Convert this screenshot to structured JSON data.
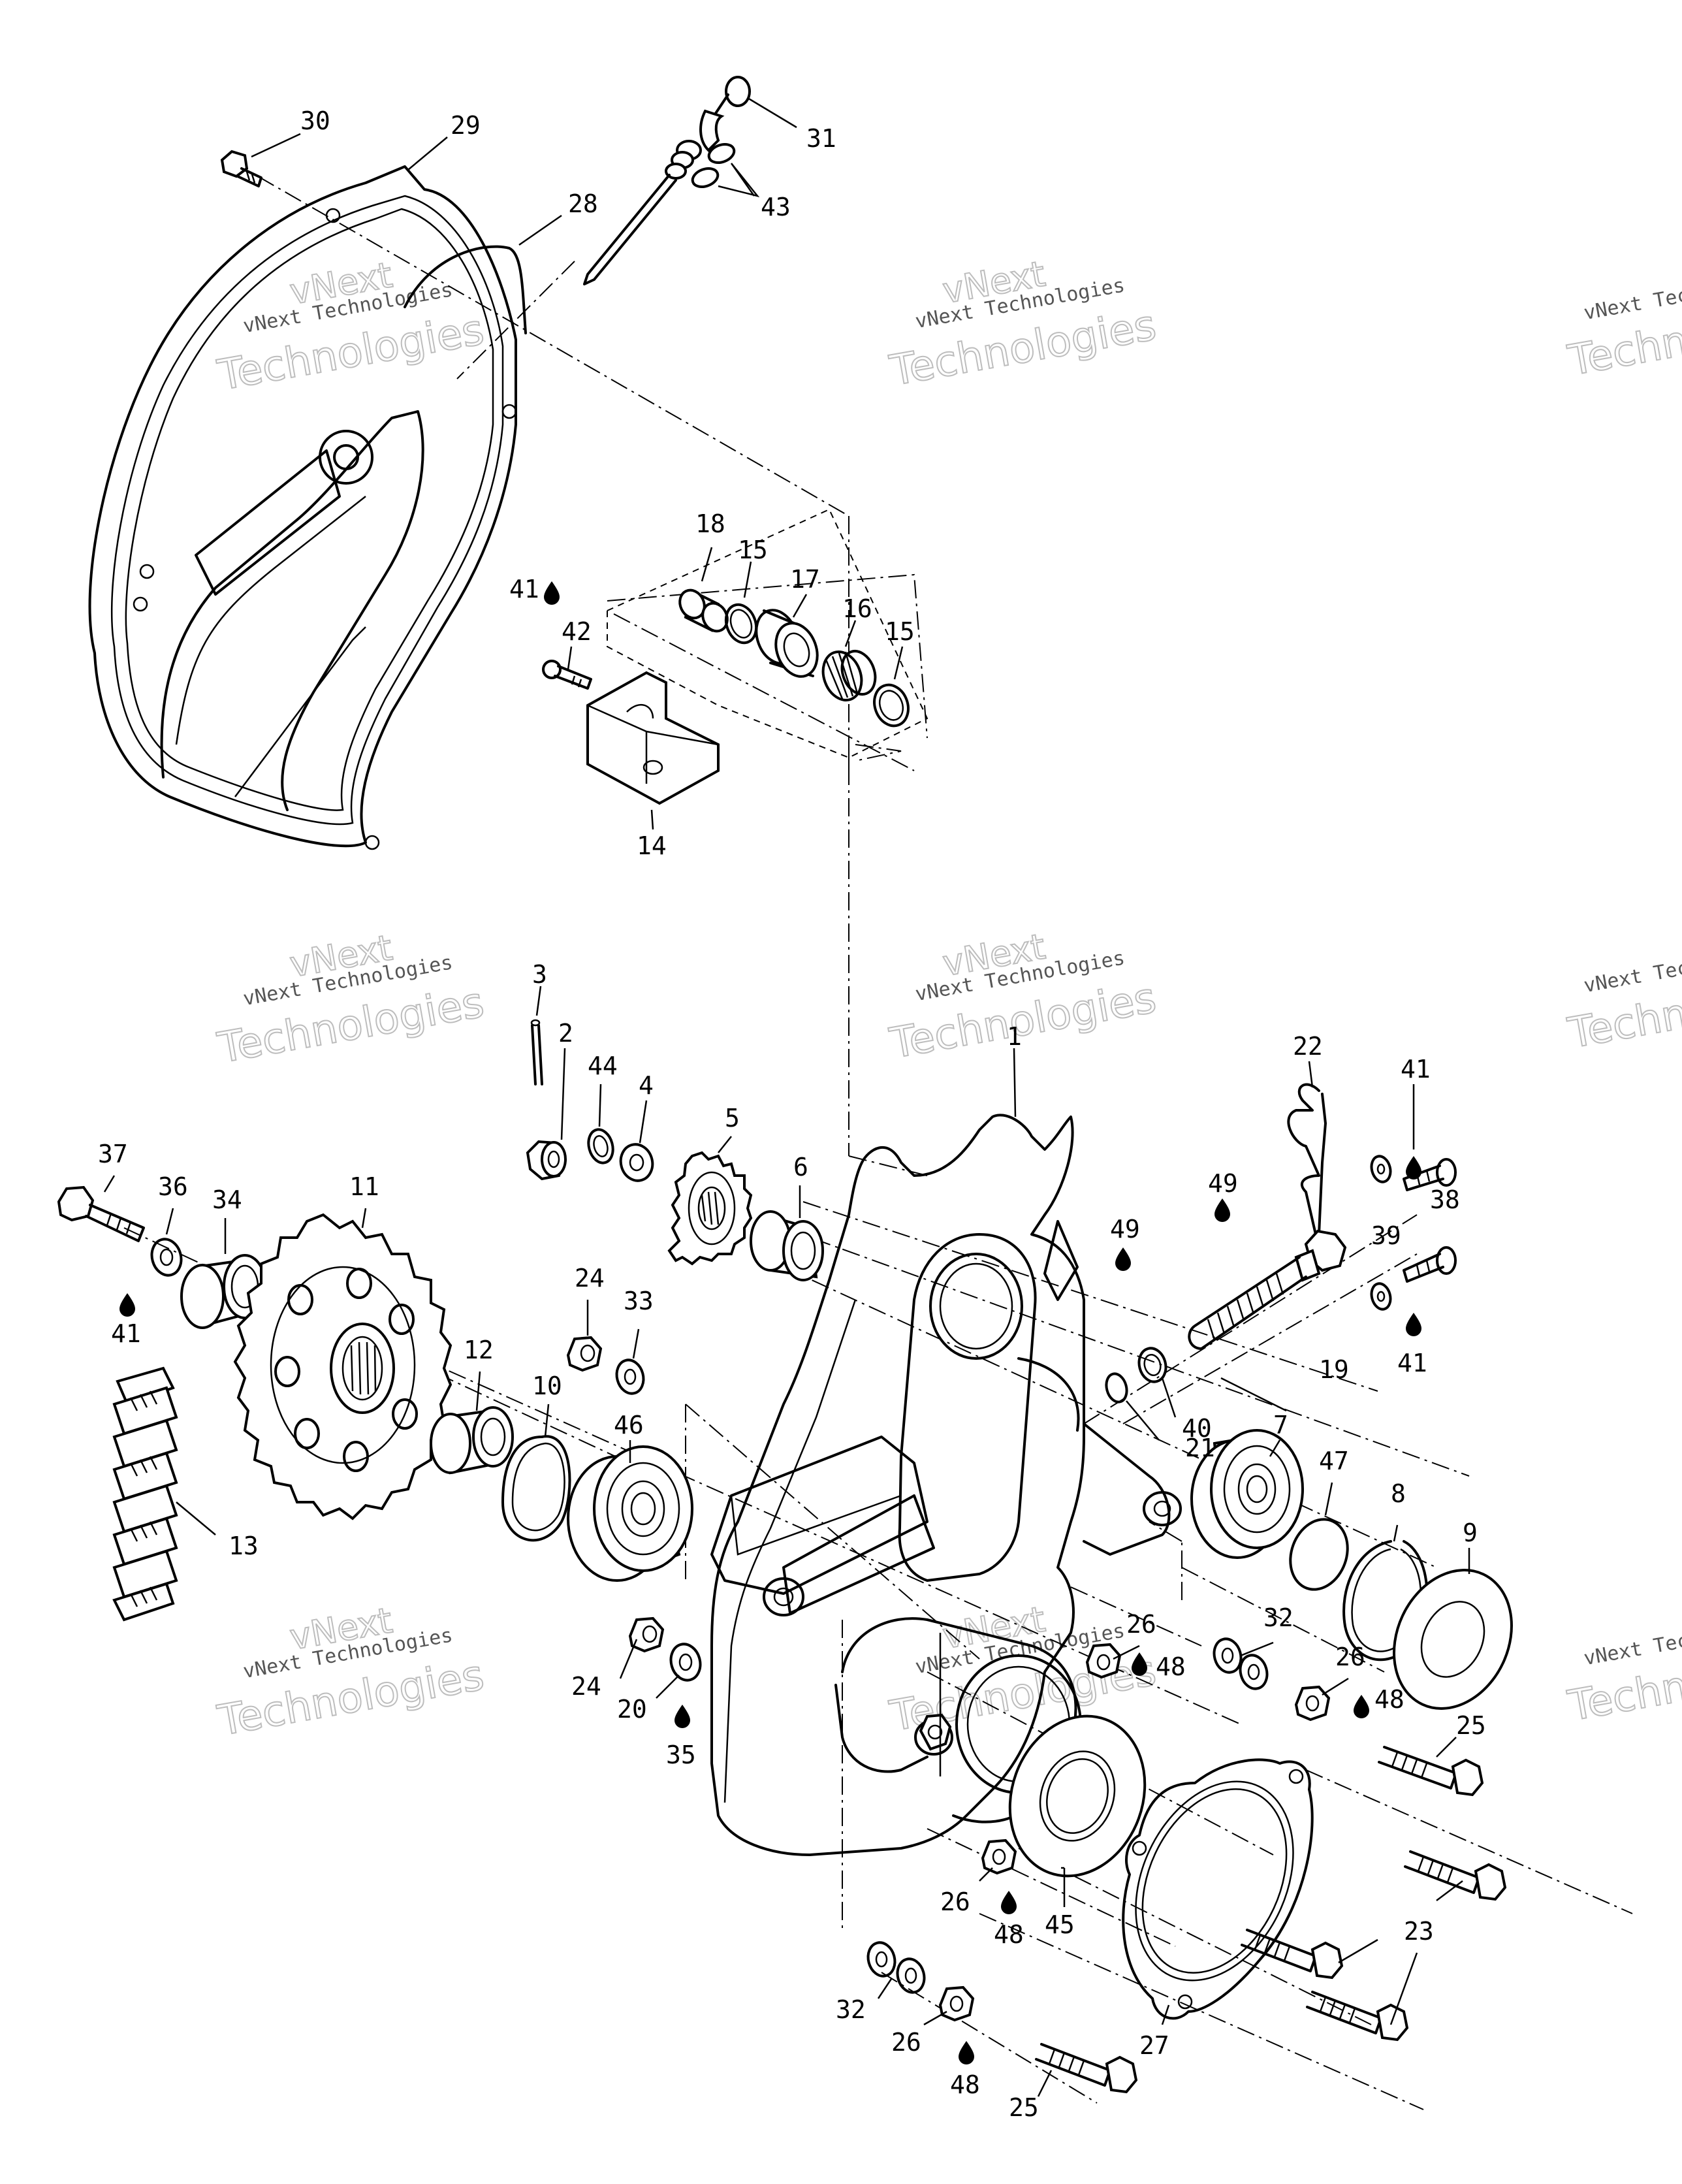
{
  "watermark": {
    "line1": "vNext",
    "line2": "vNext Technologies",
    "line3": "Technologies",
    "right_line2": "vNext Tec",
    "right_line3": "Techno"
  },
  "callouts": {
    "p1": "1",
    "p2": "2",
    "p3": "3",
    "p4": "4",
    "p5": "5",
    "p6": "6",
    "p7": "7",
    "p8": "8",
    "p9": "9",
    "p10": "10",
    "p11": "11",
    "p12": "12",
    "p13": "13",
    "p14": "14",
    "p15a": "15",
    "p15b": "15",
    "p16": "16",
    "p17": "17",
    "p18": "18",
    "p19": "19",
    "p20": "20",
    "p21": "21",
    "p22": "22",
    "p23": "23",
    "p24a": "24",
    "p24b": "24",
    "p25a": "25",
    "p25b": "25",
    "p26a": "26",
    "p26b": "26",
    "p26c": "26",
    "p26d": "26",
    "p27": "27",
    "p28": "28",
    "p29": "29",
    "p30": "30",
    "p31": "31",
    "p32a": "32",
    "p32b": "32",
    "p33": "33",
    "p34": "34",
    "p35": "35",
    "p36": "36",
    "p37": "37",
    "p38": "38",
    "p39": "39",
    "p40": "40",
    "p41a": "41",
    "p41b": "41",
    "p41c": "41",
    "p41d": "41",
    "p42": "42",
    "p43": "43",
    "p44": "44",
    "p45": "45",
    "p46": "46",
    "p47": "47",
    "p48a": "48",
    "p48b": "48",
    "p48c": "48",
    "p48d": "48",
    "p49a": "49",
    "p49b": "49"
  }
}
